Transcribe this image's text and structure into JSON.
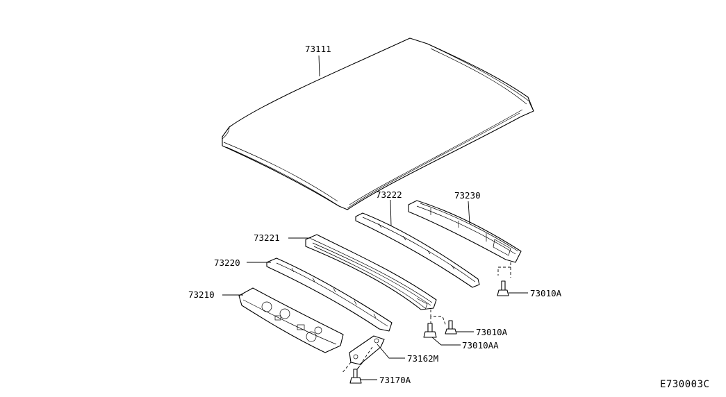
{
  "labels": {
    "roof_panel": "73111",
    "rear_rail_upper": "73222",
    "rear_rail": "73230",
    "center_bow": "73221",
    "center_rail": "73220",
    "front_rail": "73210",
    "clip_a": "73010A",
    "clip_b": "73010A",
    "clip_aa": "73010AA",
    "bracket": "73162M",
    "clip_c": "73170A"
  },
  "diagram_code": "E730003C"
}
